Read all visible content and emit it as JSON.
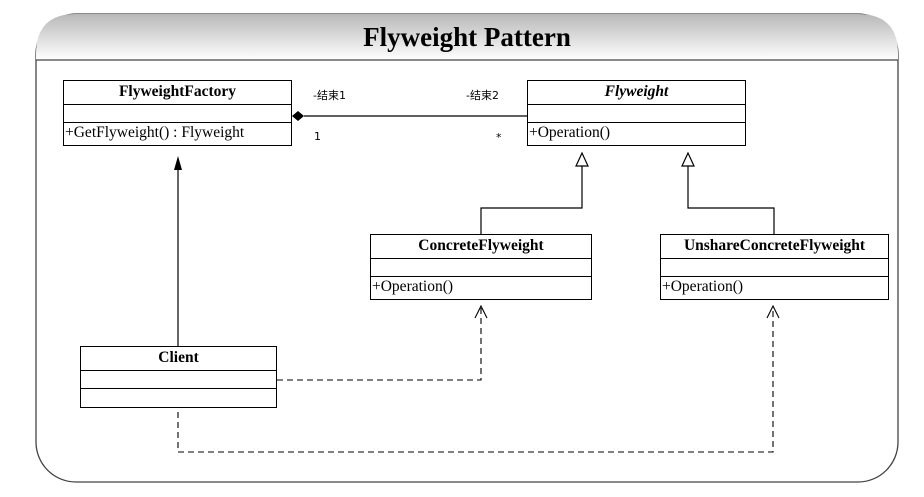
{
  "title": "Flyweight Pattern",
  "classes": {
    "factory": {
      "name": "FlyweightFactory",
      "operation": "+GetFlyweight() : Flyweight"
    },
    "flyweight": {
      "name": "Flyweight",
      "operation": "+Operation()"
    },
    "concrete": {
      "name": "ConcreteFlyweight",
      "operation": "+Operation()"
    },
    "unshared": {
      "name": "UnshareConcreteFlyweight",
      "operation": "+Operation()"
    },
    "client": {
      "name": "Client"
    }
  },
  "association": {
    "end1_role": "-结束1",
    "end1_multiplicity": "1",
    "end2_role": "-结束2",
    "end2_multiplicity": "*"
  }
}
